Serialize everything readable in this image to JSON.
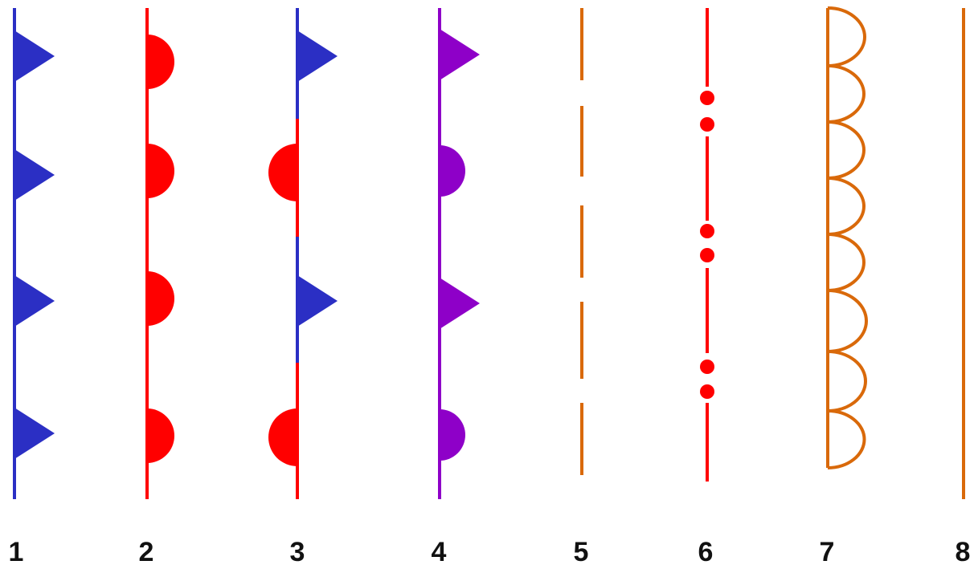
{
  "colors": {
    "blue": "#2b2fc4",
    "red": "#ff0000",
    "purple": "#8e00c8",
    "orange": "#d9690a"
  },
  "symbols": [
    {
      "label": "1",
      "kind": "cold-front",
      "color_key": "blue"
    },
    {
      "label": "2",
      "kind": "warm-front",
      "color_key": "red"
    },
    {
      "label": "3",
      "kind": "stationary-front",
      "color_key": "blue",
      "alt_color_key": "red"
    },
    {
      "label": "4",
      "kind": "occluded-front",
      "color_key": "purple"
    },
    {
      "label": "5",
      "kind": "trough",
      "color_key": "orange"
    },
    {
      "label": "6",
      "kind": "squall-line",
      "color_key": "red"
    },
    {
      "label": "7",
      "kind": "dry-line",
      "color_key": "orange"
    },
    {
      "label": "8",
      "kind": "tropical-wave",
      "color_key": "orange"
    }
  ]
}
